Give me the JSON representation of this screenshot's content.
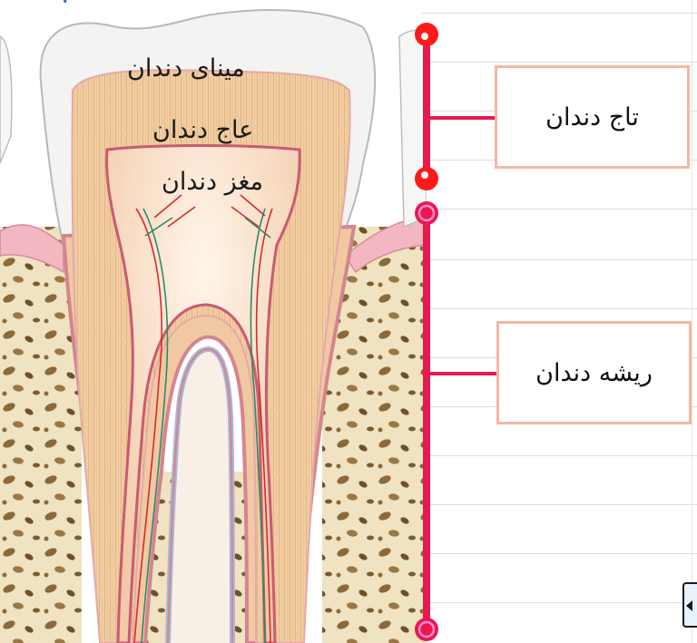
{
  "labels": {
    "enamel": "مینای دندان",
    "dentin": "عاج دندان",
    "pulp": "مغز دندان"
  },
  "boxes": {
    "crown": "تاج دندان",
    "root": "ریشه دندان"
  },
  "colors": {
    "marker": "#e8194f",
    "box_border": "#f4b7a3",
    "enamel": "#f3f3f1",
    "dentin": "#f1c99b",
    "pulp": "#f7e4d3",
    "bone": "#efe3c1",
    "gum": "#f2b7c0"
  },
  "icons": {
    "top_marker": "red-dot-icon",
    "ring_marker": "pink-ring-icon",
    "nav": "left-arrow-icon"
  }
}
